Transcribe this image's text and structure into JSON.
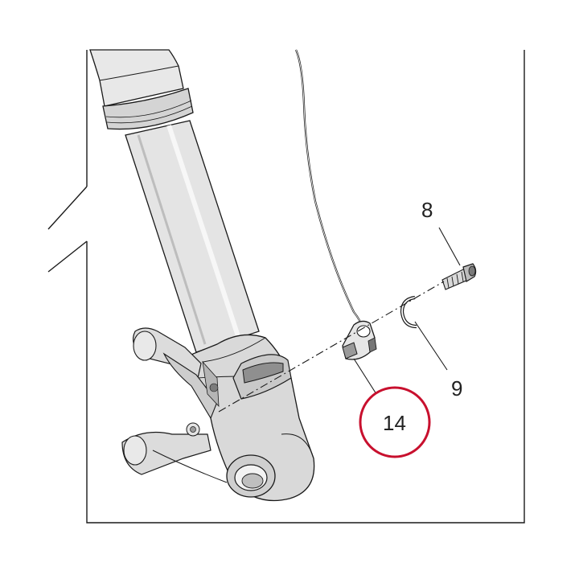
{
  "diagram": {
    "callouts": {
      "part_8": "8",
      "part_9": "9",
      "part_14": "14"
    },
    "colors": {
      "line": "#1a1a1a",
      "part_fill": "#d9d9d9",
      "part_fill_light": "#ededed",
      "part_fill_dark": "#9a9a9a",
      "highlight_circle": "#c8102e"
    },
    "highlighted_part": "14"
  }
}
